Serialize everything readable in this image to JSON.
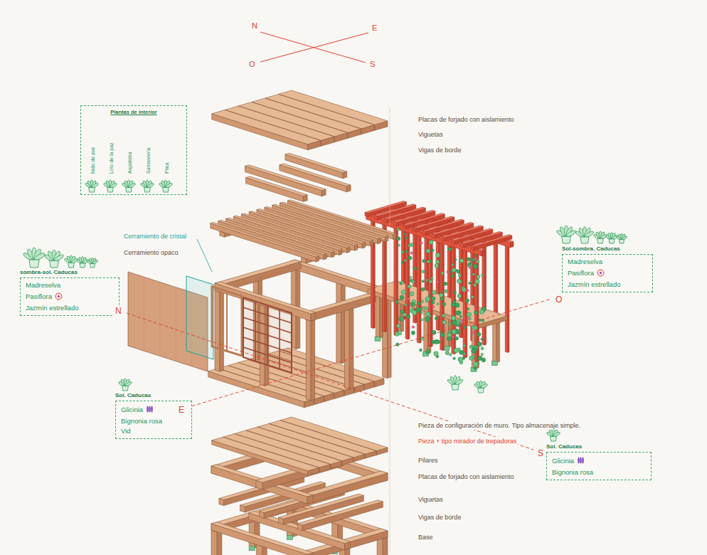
{
  "diagram": {
    "nodes": [
      {
        "text": [
          "Plantas de interior",
          "Nido de ave",
          "Lirio de la paz",
          "Aspidistra",
          "Sansevieria",
          "Pilea"
        ]
      },
      {
        "text": [
          "sombra-sol. Caducas",
          "Madreselva",
          "Pasiflora",
          "Jazmín estrellado"
        ]
      },
      {
        "text": [
          "Sol-sombra. Caducas",
          "Madreselva",
          "Pasiflora",
          "Jazmín estrellado"
        ]
      },
      {
        "text": [
          "Sol. Caducas",
          "Glicinia",
          "Bignonia rosa",
          "Vid"
        ]
      },
      {
        "text": [
          "Sol. Caducas",
          "Glicinia",
          "Bignonia rosa"
        ]
      }
    ],
    "labels": [
      "N",
      "E",
      "O",
      "S",
      "Placas de forjado con aislamiento",
      "Viguetas",
      "Vigas de borde",
      "Cerramiento de cristal",
      "Cerramiento opaco",
      "N",
      "O",
      "E",
      "S",
      "Pieza de configuración de muro. Tipo almacenaje simple.",
      "Pieza + tipo mirador de trepadoras",
      "Pilares",
      "Placas de forjado con aislamiento",
      "Viguetas",
      "Vigas de borde",
      "Base"
    ]
  }
}
